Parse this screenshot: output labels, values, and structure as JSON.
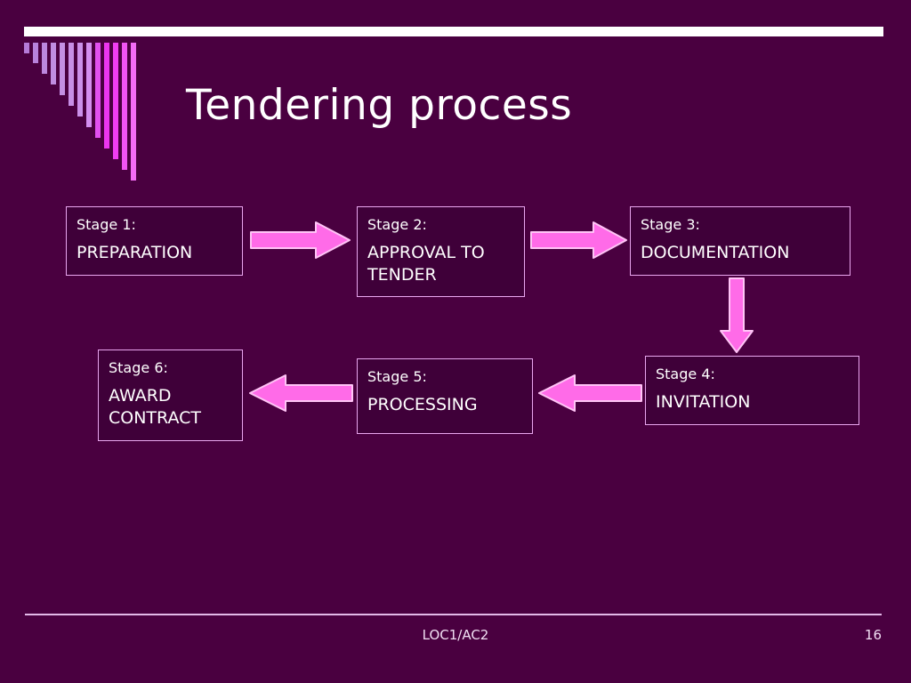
{
  "slide": {
    "title": "Tendering process",
    "background_color": "#4a0040",
    "accent_color": "#ff6be8",
    "box_border_color": "#e9a6ef",
    "box_fill_color": "#3f0039",
    "top_bar_color": "#ffffff"
  },
  "decor": {
    "name": "descending-bars",
    "bars": [
      {
        "height": 12,
        "color": "#b57ad8"
      },
      {
        "height": 23,
        "color": "#b882dc"
      },
      {
        "height": 35,
        "color": "#bc87de"
      },
      {
        "height": 47,
        "color": "#c08de1"
      },
      {
        "height": 59,
        "color": "#c48fe3"
      },
      {
        "height": 71,
        "color": "#c78fe6"
      },
      {
        "height": 83,
        "color": "#cb90ea"
      },
      {
        "height": 95,
        "color": "#d48ef0"
      },
      {
        "height": 107,
        "color": "#e24ff0"
      },
      {
        "height": 119,
        "color": "#ec35ef"
      },
      {
        "height": 131,
        "color": "#f03df2"
      },
      {
        "height": 143,
        "color": "#f154f4"
      },
      {
        "height": 155,
        "color": "#f46bf6"
      }
    ]
  },
  "flow": {
    "boxes": [
      {
        "id": "box-1",
        "stage": "Stage 1:",
        "name": "PREPARATION"
      },
      {
        "id": "box-2",
        "stage": "Stage 2:",
        "name": "APPROVAL TO\nTENDER"
      },
      {
        "id": "box-3",
        "stage": "Stage 3:",
        "name": "DOCUMENTATION"
      },
      {
        "id": "box-4",
        "stage": "Stage 4:",
        "name": "INVITATION"
      },
      {
        "id": "box-5",
        "stage": "Stage 5:",
        "name": "PROCESSING"
      },
      {
        "id": "box-6",
        "stage": "Stage 6:",
        "name": "AWARD\nCONTRACT"
      }
    ],
    "arrows": [
      {
        "id": "arrow-1-2",
        "from": "Stage 1:",
        "to": "Stage 2:",
        "direction": "right"
      },
      {
        "id": "arrow-2-3",
        "from": "Stage 2:",
        "to": "Stage 3:",
        "direction": "right"
      },
      {
        "id": "arrow-3-4",
        "from": "Stage 3:",
        "to": "Stage 4:",
        "direction": "down"
      },
      {
        "id": "arrow-4-5",
        "from": "Stage 4:",
        "to": "Stage 5:",
        "direction": "left"
      },
      {
        "id": "arrow-5-6",
        "from": "Stage 5:",
        "to": "Stage 6:",
        "direction": "left"
      }
    ],
    "arrow_fill": "#ff6be8",
    "arrow_stroke": "#ffc4f6"
  },
  "footer": {
    "center_text": "LOC1/AC2",
    "page_number": "16"
  }
}
